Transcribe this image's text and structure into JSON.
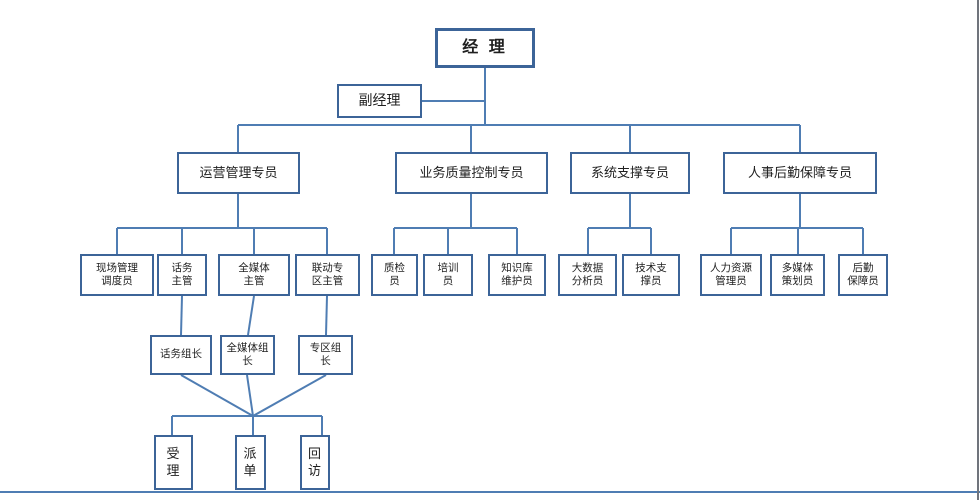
{
  "colors": {
    "line": "#4f7db3",
    "box_border": "#3c6498",
    "text": "#1f1f1f",
    "page_edge": "#70747c",
    "canvas": "#ffffff"
  },
  "org": {
    "nodes": {
      "manager": "经 理",
      "deputy": "副经理",
      "ops_specialist": "运营管理专员",
      "quality_specialist": "业务质量控制专员",
      "system_specialist": "系统支撑专员",
      "hr_logistics_specialist": "人事后勤保障专员",
      "site_dispatcher": "现场管理\n调度员",
      "telephone_supervisor": "话务\n主管",
      "media_supervisor": "全媒体\n主管",
      "linkage_supervisor": "联动专\n区主管",
      "qc_staff": "质检\n员",
      "trainer": "培训\n员",
      "knowledge_maintainer": "知识库\n维护员",
      "bigdata_analyst": "大数据\n分析员",
      "tech_support": "技术支\n撑员",
      "hr_admin": "人力资源\n管理员",
      "multimedia_planner": "多媒体\n策划员",
      "logistics_support": "后勤\n保障员",
      "telephone_leader": "话务组长",
      "media_leader": "全媒体组\n长",
      "zone_leader": "专区组\n长",
      "accept": "受\n理",
      "dispatch": "派\n单",
      "callback": "回\n访"
    },
    "edges": [
      [
        "manager",
        "deputy"
      ],
      [
        "manager",
        "ops_specialist"
      ],
      [
        "manager",
        "quality_specialist"
      ],
      [
        "manager",
        "system_specialist"
      ],
      [
        "manager",
        "hr_logistics_specialist"
      ],
      [
        "ops_specialist",
        "site_dispatcher"
      ],
      [
        "ops_specialist",
        "telephone_supervisor"
      ],
      [
        "ops_specialist",
        "media_supervisor"
      ],
      [
        "ops_specialist",
        "linkage_supervisor"
      ],
      [
        "quality_specialist",
        "qc_staff"
      ],
      [
        "quality_specialist",
        "trainer"
      ],
      [
        "quality_specialist",
        "knowledge_maintainer"
      ],
      [
        "system_specialist",
        "bigdata_analyst"
      ],
      [
        "system_specialist",
        "tech_support"
      ],
      [
        "hr_logistics_specialist",
        "hr_admin"
      ],
      [
        "hr_logistics_specialist",
        "multimedia_planner"
      ],
      [
        "hr_logistics_specialist",
        "logistics_support"
      ],
      [
        "telephone_supervisor",
        "telephone_leader"
      ],
      [
        "media_supervisor",
        "media_leader"
      ],
      [
        "linkage_supervisor",
        "zone_leader"
      ]
    ],
    "shared_children": {
      "parents": [
        "telephone_leader",
        "media_leader",
        "zone_leader"
      ],
      "children": [
        "accept",
        "dispatch",
        "callback"
      ]
    }
  }
}
